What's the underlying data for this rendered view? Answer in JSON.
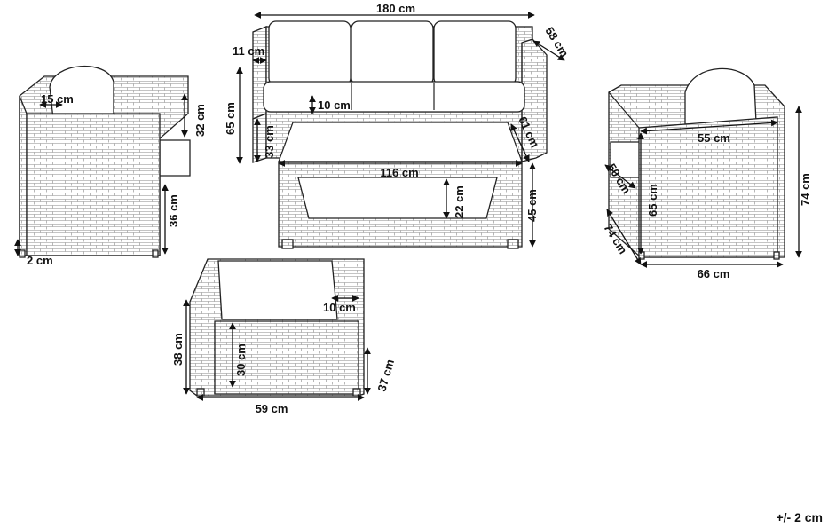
{
  "tolerance": "+/- 2 cm",
  "sofa": {
    "width": "180 cm",
    "depth": "58 cm",
    "arm_width": "11 cm",
    "height": "65 cm",
    "seat_cushion": "10 cm",
    "seat_height": "33 cm"
  },
  "table": {
    "depth": "61 cm",
    "width": "116 cm",
    "shelf_gap": "22 cm",
    "height": "45 cm"
  },
  "armchair_left": {
    "arm_width": "15 cm",
    "back_above_arm": "32 cm",
    "arm_height": "36 cm",
    "leg_height": "2 cm"
  },
  "armchair_right": {
    "seat_width": "55 cm",
    "seat_depth": "50 cm",
    "height_total": "65 cm",
    "height": "74 cm",
    "depth": "74 cm",
    "width": "66 cm"
  },
  "ottoman": {
    "cushion": "10 cm",
    "height": "38 cm",
    "inner_height": "30 cm",
    "depth": "37 cm",
    "width": "59 cm"
  }
}
